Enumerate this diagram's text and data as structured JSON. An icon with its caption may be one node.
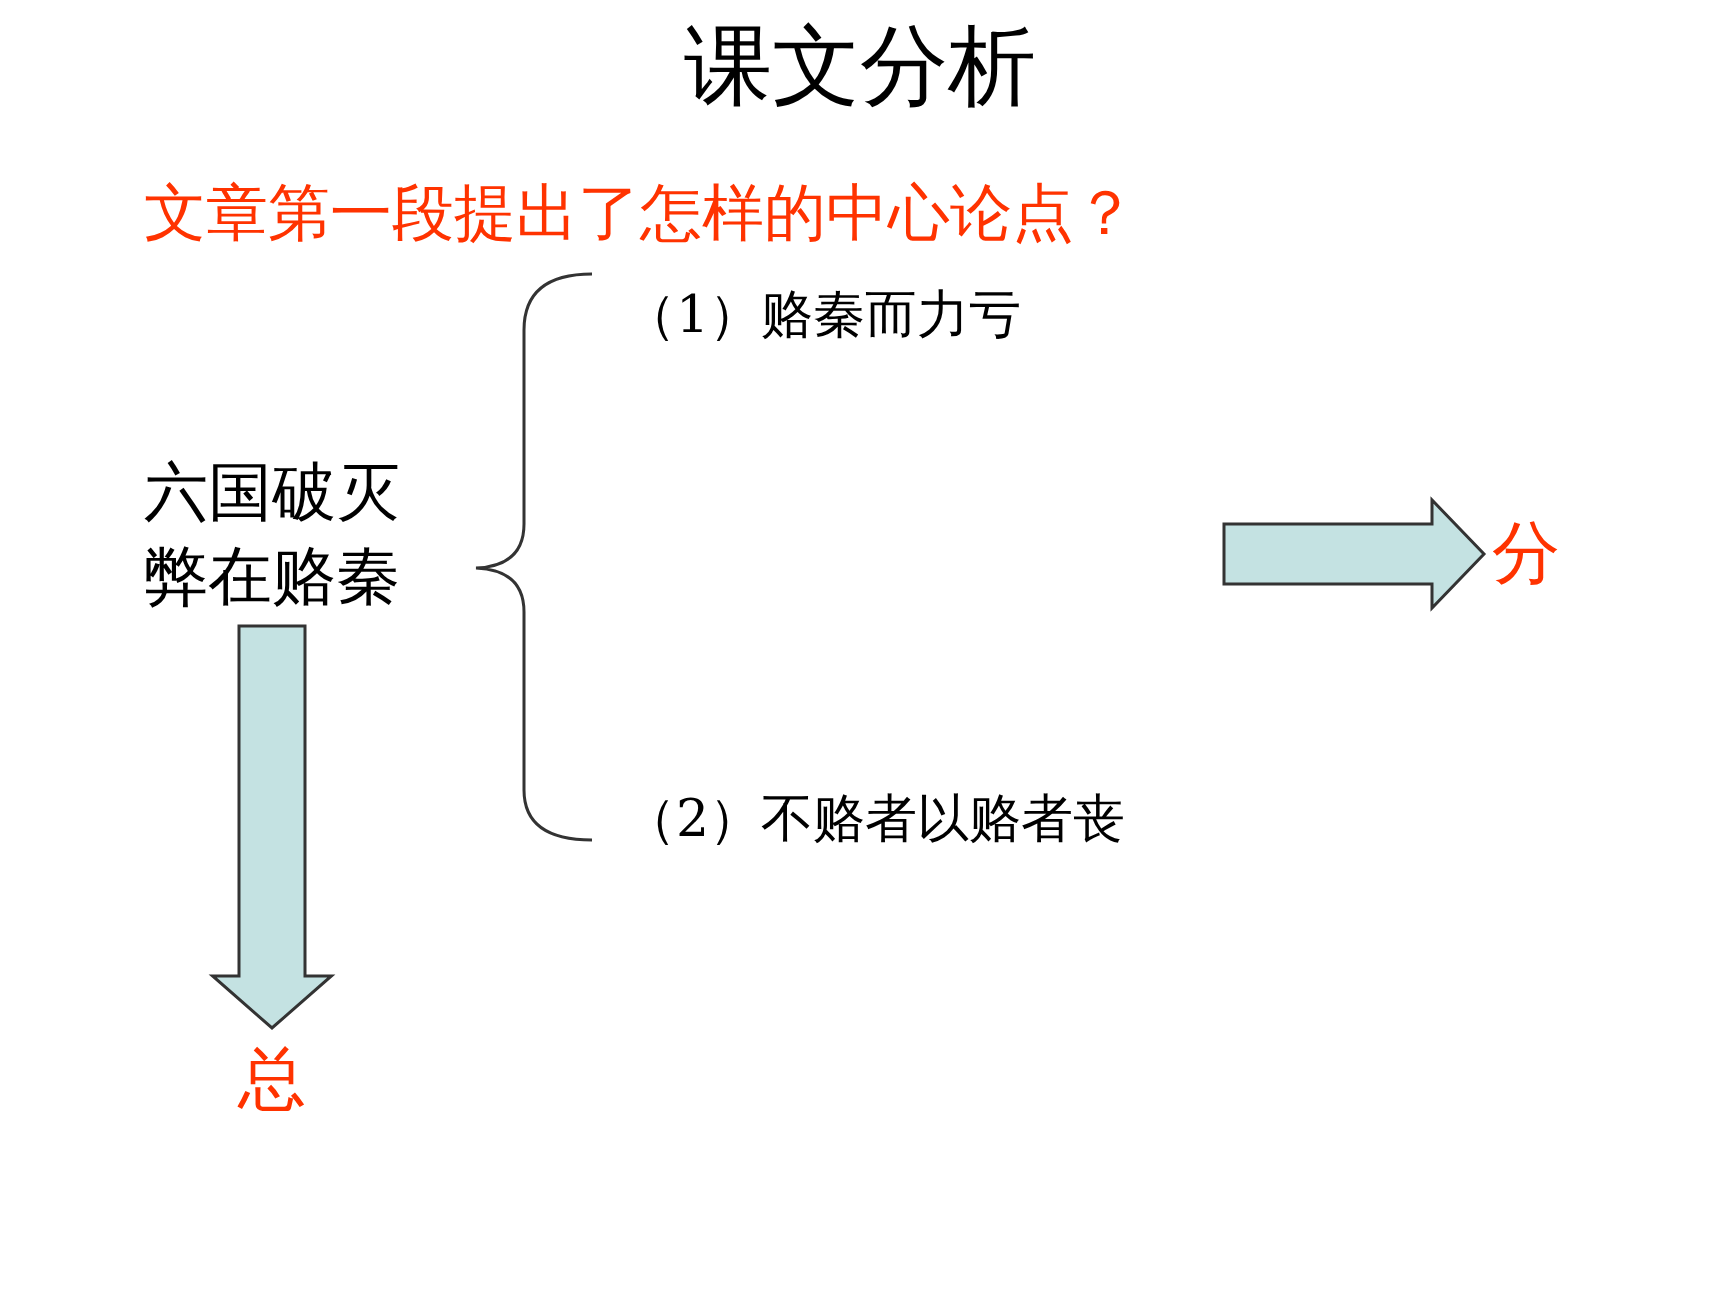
{
  "diagram": {
    "title": "课文分析",
    "nodes": [
      {
        "text": [
          "六国破灭弊在赂秦"
        ]
      },
      {
        "text": [
          "（1）赂秦而力亏"
        ]
      },
      {
        "text": [
          "（2）不赂者以赂者丧"
        ]
      },
      {
        "text": [
          "分"
        ]
      },
      {
        "text": [
          "总"
        ]
      }
    ],
    "edges": [
      {
        "from": null,
        "to": 3,
        "arrow": "to",
        "style": "thick"
      },
      {
        "from": 0,
        "to": 4,
        "arrow": "to",
        "style": "thick"
      }
    ],
    "labels": [
      "文章第一段提出了怎样的中心论点？"
    ]
  }
}
